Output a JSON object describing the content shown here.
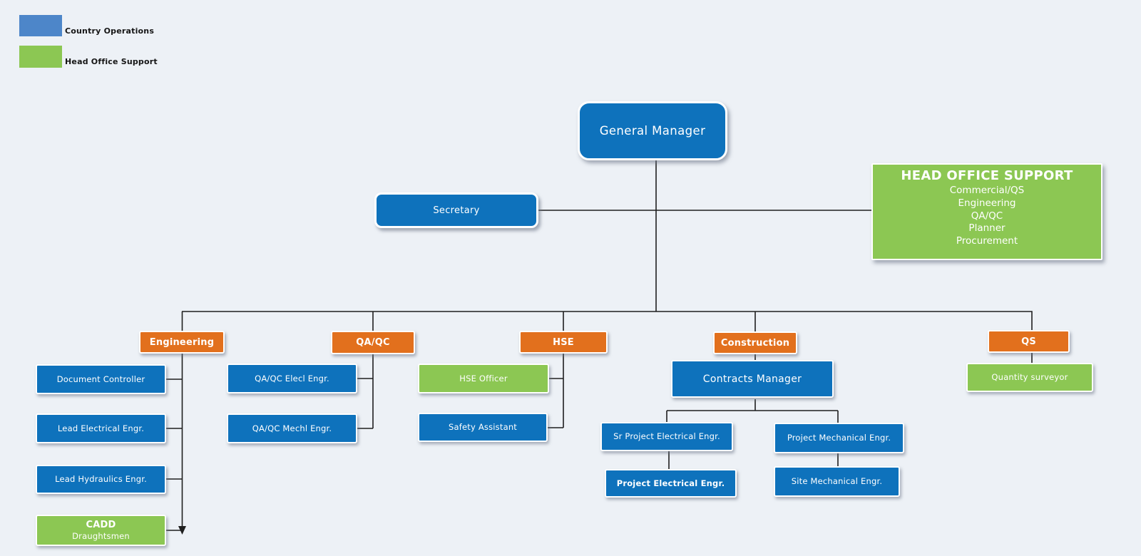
{
  "legend": {
    "items": [
      {
        "label": "Country Operations",
        "color": "#4d86c9"
      },
      {
        "label": "Head Office Support",
        "color": "#8cc753"
      }
    ]
  },
  "colors": {
    "country_operations_box_blue": "#0e72bc",
    "head_office_green": "#8cc753",
    "department_orange": "#e2701d",
    "legend_blue": "#4d86c9",
    "background": "#edf1f6",
    "connector": "#1f1f1f",
    "box_text": "#ffffff"
  },
  "nodes": {
    "general_manager": {
      "label": "General Manager",
      "type": "country-operations"
    },
    "secretary": {
      "label": "Secretary",
      "type": "country-operations"
    },
    "head_office_support": {
      "title": "HEAD OFFICE SUPPORT",
      "items": [
        "Commercial/QS",
        "Engineering",
        "QA/QC",
        "Planner",
        "Procurement"
      ],
      "type": "head-office-support"
    },
    "dept_engineering": {
      "label": "Engineering",
      "type": "department"
    },
    "dept_qaqc": {
      "label": "QA/QC",
      "type": "department"
    },
    "dept_hse": {
      "label": "HSE",
      "type": "department"
    },
    "dept_construction": {
      "label": "Construction",
      "type": "department"
    },
    "dept_qs": {
      "label": "QS",
      "type": "department"
    },
    "document_controller": {
      "label": "Document Controller",
      "type": "country-operations"
    },
    "lead_electrical": {
      "label": "Lead Electrical Engr.",
      "type": "country-operations"
    },
    "lead_hydraulics": {
      "label": "Lead Hydraulics Engr.",
      "type": "country-operations"
    },
    "cadd": {
      "line1": "CADD",
      "line2": "Draughtsmen",
      "type": "head-office-support"
    },
    "qaqc_elecl": {
      "label": "QA/QC Elecl Engr.",
      "type": "country-operations"
    },
    "qaqc_mechl": {
      "label": "QA/QC Mechl Engr.",
      "type": "country-operations"
    },
    "hse_officer": {
      "label": "HSE Officer",
      "type": "head-office-support"
    },
    "safety_assistant": {
      "label": "Safety Assistant",
      "type": "country-operations"
    },
    "contracts_manager": {
      "label": "Contracts Manager",
      "type": "country-operations"
    },
    "sr_project_electrical": {
      "label": "Sr Project Electrical Engr.",
      "type": "country-operations"
    },
    "project_mechanical": {
      "label": "Project Mechanical Engr.",
      "type": "country-operations"
    },
    "project_electrical": {
      "label": "Project Electrical Engr.",
      "type": "country-operations"
    },
    "site_mechanical": {
      "label": "Site Mechanical Engr.",
      "type": "country-operations"
    },
    "quantity_surveyor": {
      "label": "Quantity surveyor",
      "type": "head-office-support"
    }
  },
  "hierarchy": {
    "general_manager": [
      "dept_engineering",
      "dept_qaqc",
      "dept_hse",
      "dept_construction",
      "dept_qs"
    ],
    "general_manager_staff": [
      "secretary",
      "head_office_support"
    ],
    "dept_engineering": [
      "document_controller",
      "lead_electrical",
      "lead_hydraulics",
      "cadd"
    ],
    "dept_qaqc": [
      "qaqc_elecl",
      "qaqc_mechl"
    ],
    "dept_hse": [
      "hse_officer",
      "safety_assistant"
    ],
    "dept_construction": [
      "contracts_manager"
    ],
    "contracts_manager": [
      "sr_project_electrical",
      "project_mechanical"
    ],
    "sr_project_electrical": [
      "project_electrical"
    ],
    "project_mechanical": [
      "site_mechanical"
    ],
    "dept_qs": [
      "quantity_surveyor"
    ]
  }
}
